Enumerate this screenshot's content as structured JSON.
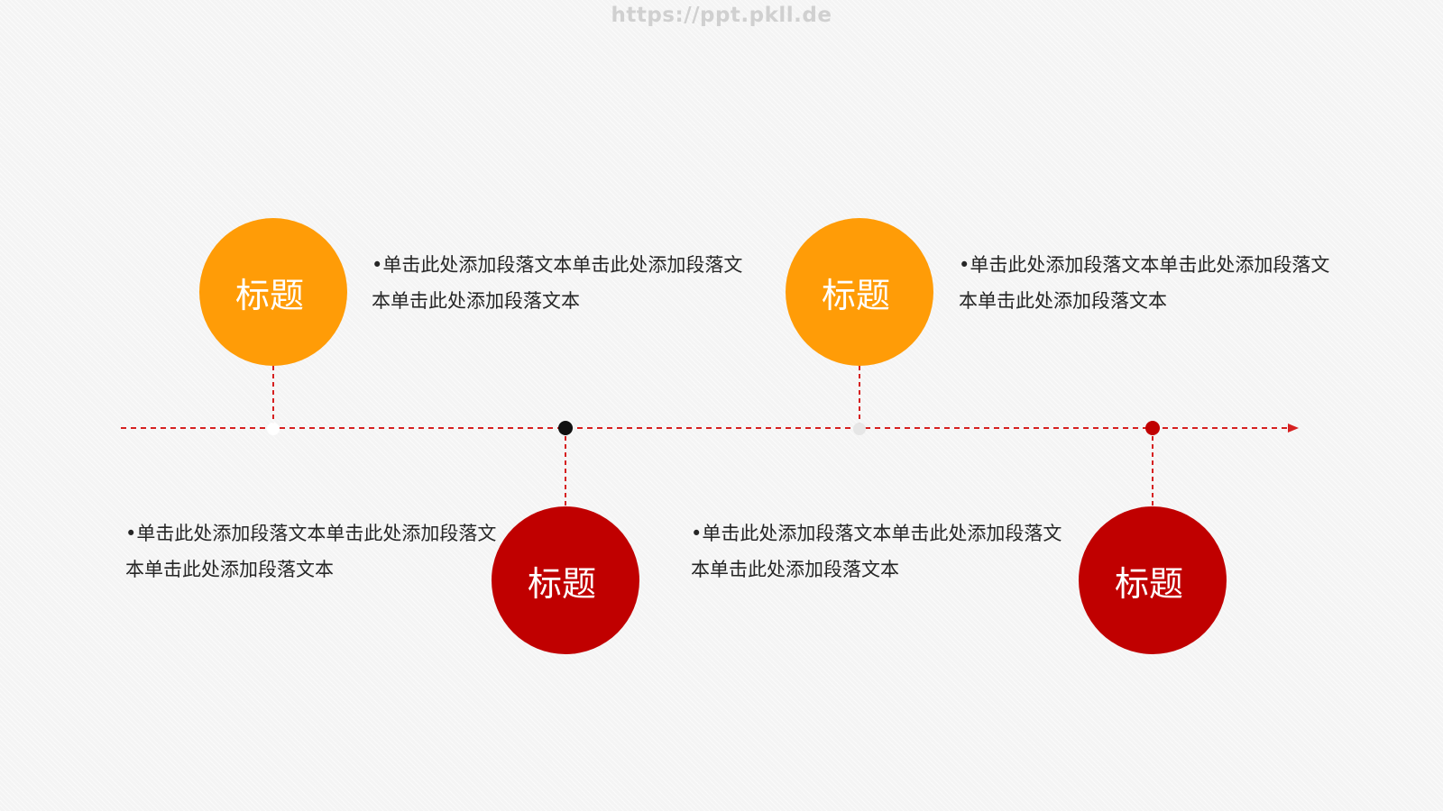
{
  "watermark": "https://ppt.pkll.de",
  "colors": {
    "orange": "#ff9c07",
    "red": "#c00000",
    "line": "#d62020",
    "text": "#262626"
  },
  "milestones": [
    {
      "title": "标题",
      "color": "orange",
      "text": "•单击此处添加段落文本单击此处添加段落文本单击此处添加段落文本"
    },
    {
      "title": "标题",
      "color": "red",
      "text": "•单击此处添加段落文本单击此处添加段落文本单击此处添加段落文本"
    },
    {
      "title": "标题",
      "color": "orange",
      "text": "•单击此处添加段落文本单击此处添加段落文本单击此处添加段落文本"
    },
    {
      "title": "标题",
      "color": "red",
      "text": "•单击此处添加段落文本单击此处添加段落文本单击此处添加段落文本"
    }
  ]
}
